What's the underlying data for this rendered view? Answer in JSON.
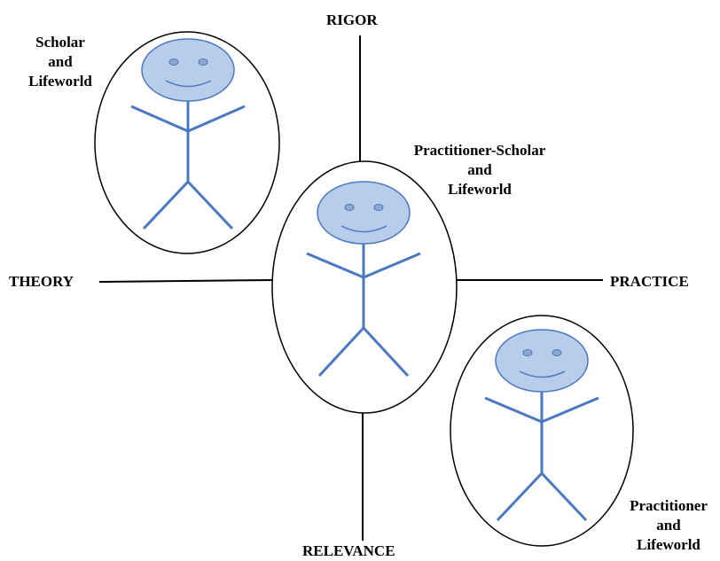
{
  "axes": {
    "top": "RIGOR",
    "bottom": "RELEVANCE",
    "left": "THEORY",
    "right": "PRACTICE"
  },
  "figures": {
    "scholar": {
      "line1": "Scholar",
      "line2": "and",
      "line3": "Lifeworld"
    },
    "practitioner_scholar": {
      "line1": "Practitioner-Scholar",
      "line2": "and",
      "line3": "Lifeworld"
    },
    "practitioner": {
      "line1": "Practitioner",
      "line2": "and",
      "line3": "Lifeworld"
    }
  },
  "colors": {
    "figure_stroke": "#4a78c2",
    "face_fill": "#b8cdea",
    "eye_fill": "#8fa8cc",
    "ellipse_stroke": "#000000",
    "axis_stroke": "#000000"
  }
}
